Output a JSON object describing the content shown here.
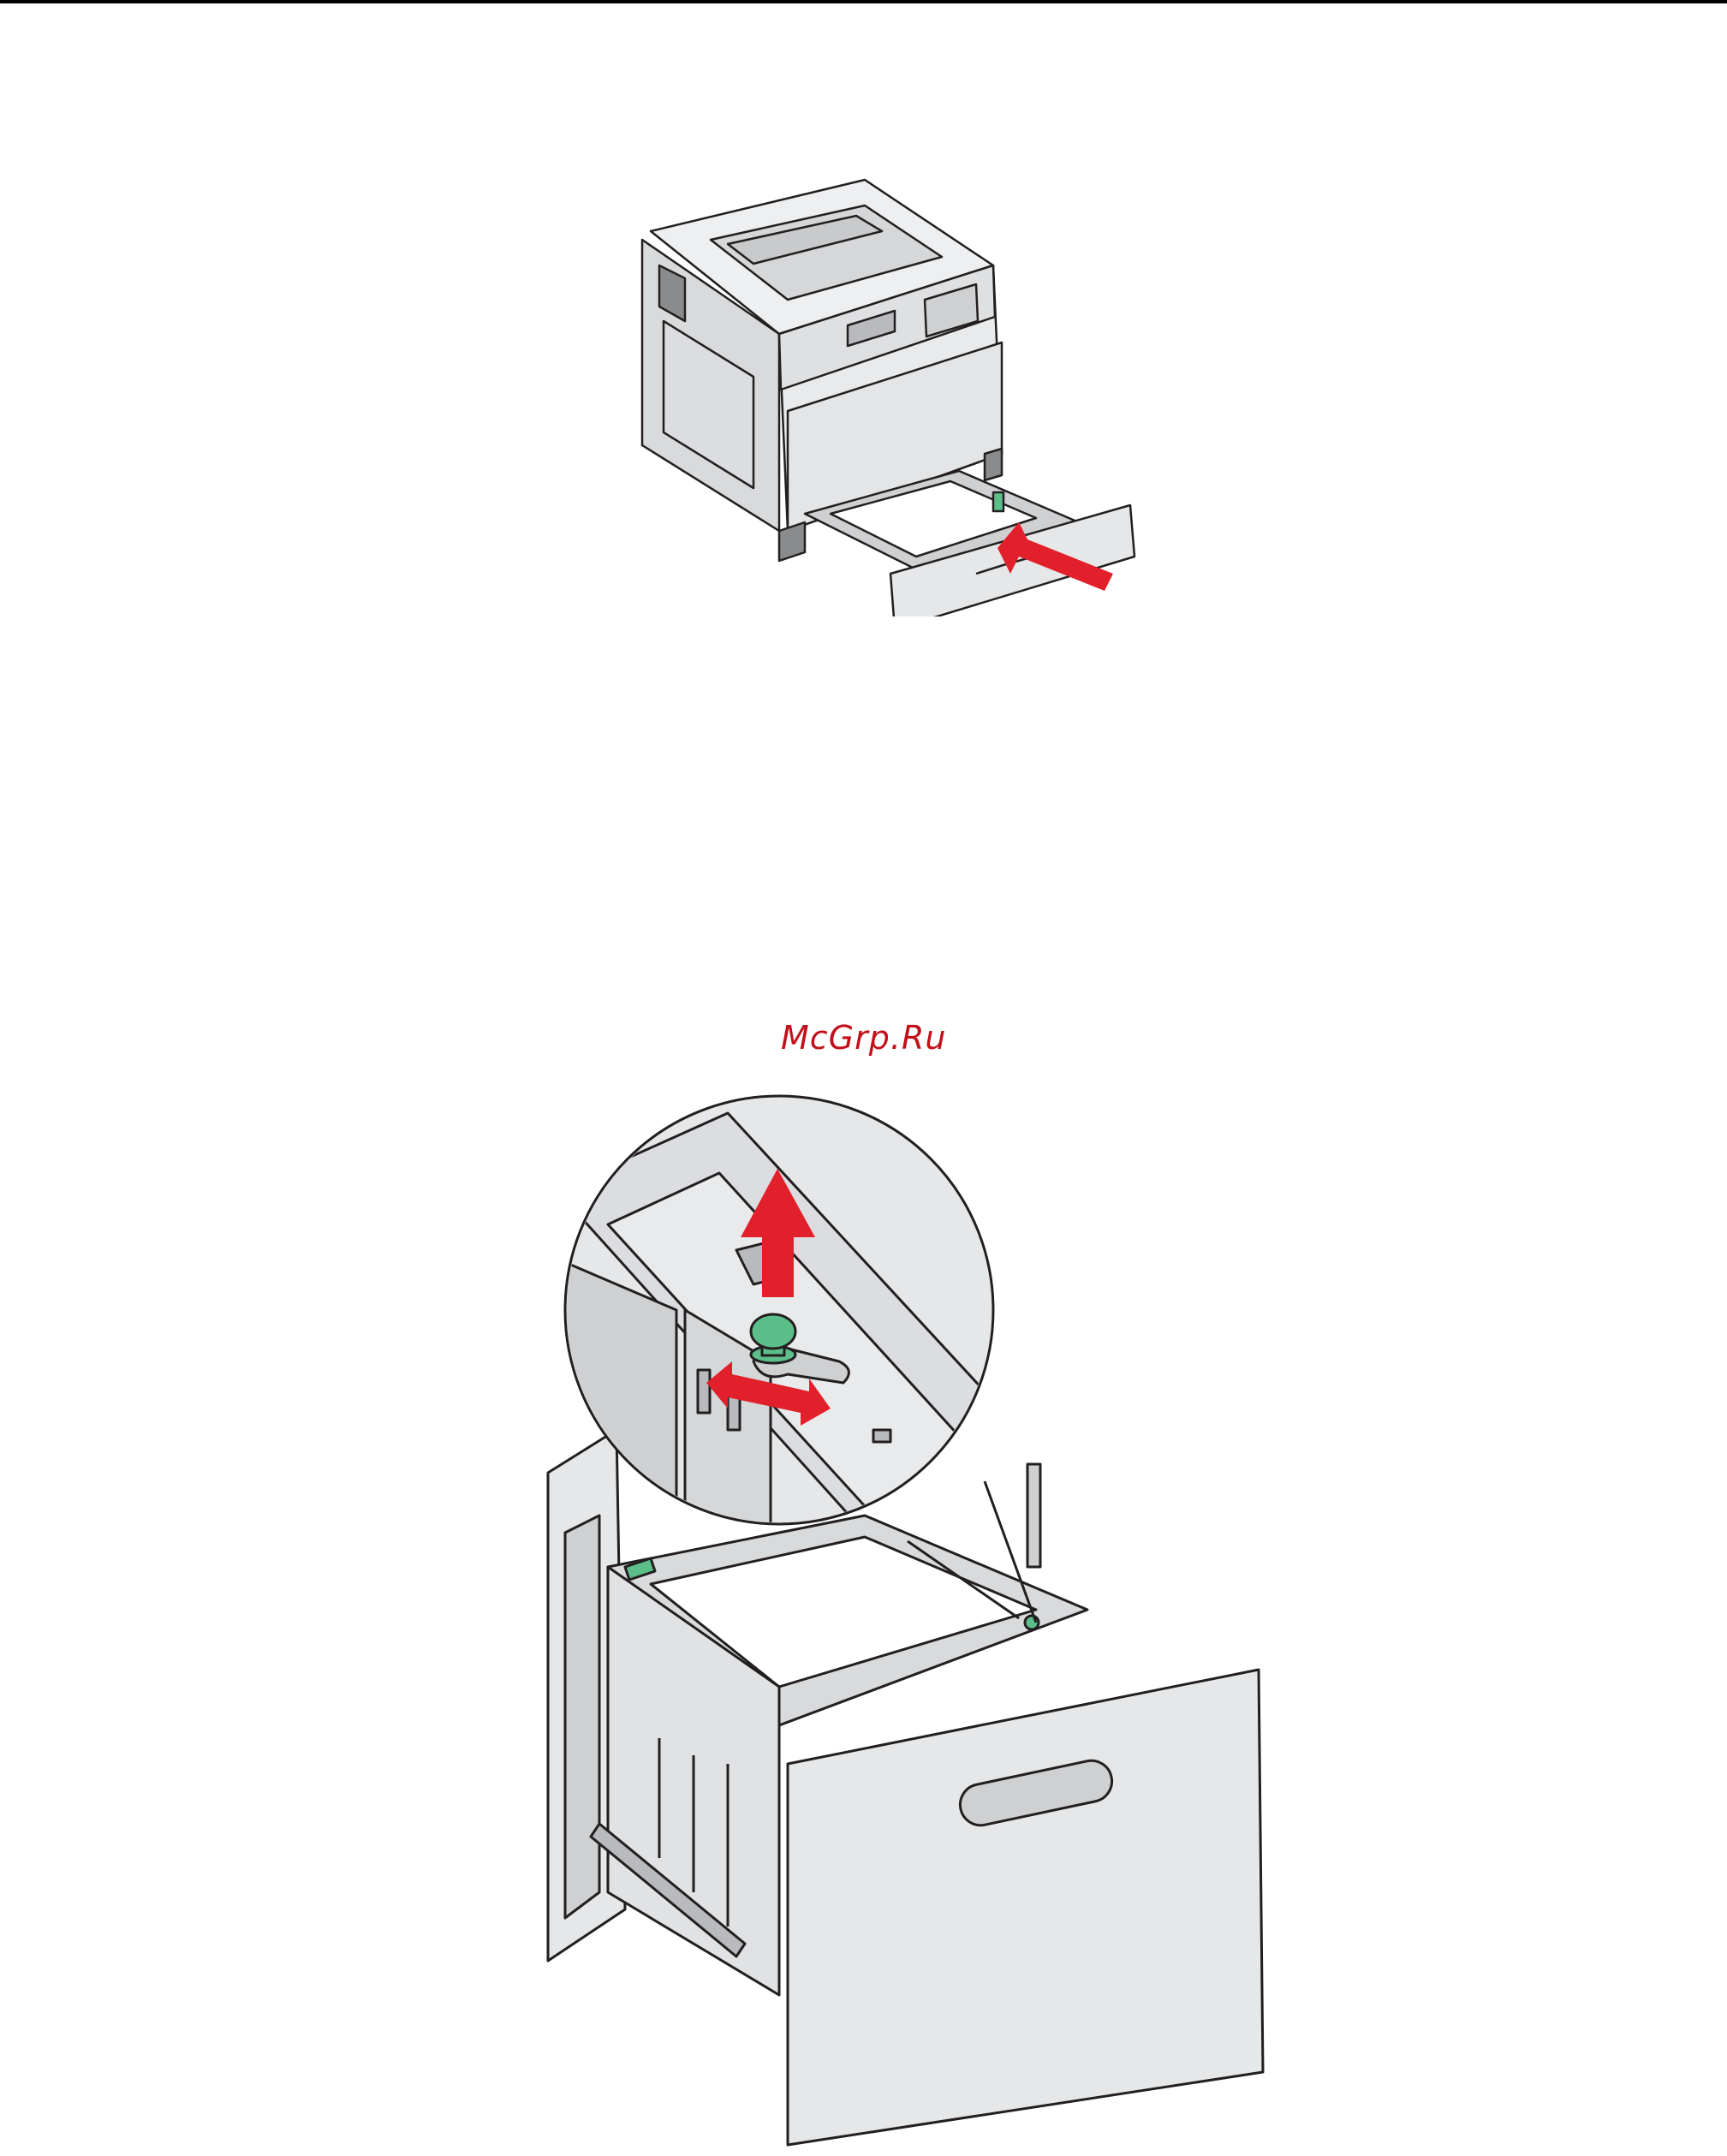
{
  "watermark": {
    "text": "McGrp.Ru"
  },
  "colors": {
    "arrow_red": "#e2202c",
    "guide_green": "#5cbf8a",
    "body_gray": "#e6e7e8",
    "mid_gray": "#cfd0d2",
    "dark_gray": "#8a8b8d",
    "line": "#231f20"
  },
  "figures": [
    {
      "id": "printer-insert-tray",
      "icon": "printer-with-tray-push-arrow"
    },
    {
      "id": "tray-guide-adjust",
      "icon": "tray-guide-zoom-detail"
    }
  ]
}
